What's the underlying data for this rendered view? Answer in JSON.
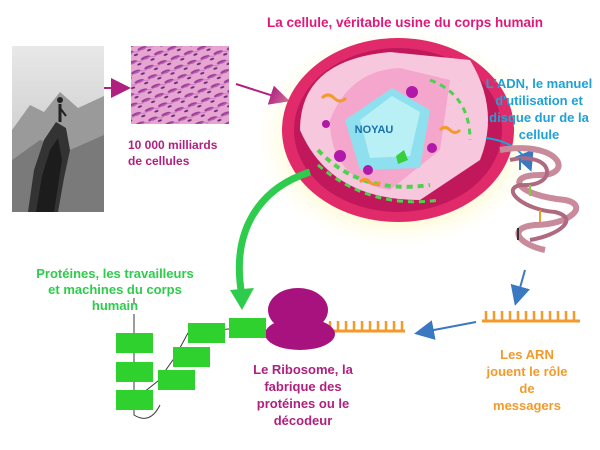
{
  "title": "La cellule, véritable usine du corps humain",
  "cells_label_line1": "10 000 milliards",
  "cells_label_line2": "de cellules",
  "nucleus_label": "NOYAU",
  "adn_label": {
    "line1": "L'ADN, le manuel",
    "line2": "d'utilisation et",
    "line3": "disque dur de la",
    "line4": "cellule"
  },
  "proteins_label": {
    "line1": "Protéines, les travailleurs",
    "line2": "et machines du corps",
    "line3": "humain"
  },
  "ribosome_label": {
    "line1": "Le Ribosome, la",
    "line2": "fabrique des",
    "line3": "protéines ou le",
    "line4": "décodeur"
  },
  "arn_label": {
    "line1": "Les ARN",
    "line2": "jouent le rôle",
    "line3": "de",
    "line4": "messagers"
  },
  "colors": {
    "title": "#e0187a",
    "cells_text": "#b0207e",
    "adn_text": "#1fa1d6",
    "proteins_text": "#2ecc4c",
    "ribosome_text": "#b0207e",
    "arn_text": "#f39a2b",
    "arrow_magenta": "#b0207e",
    "arrow_green": "#2ecc4c",
    "arrow_blue": "#3a78c2",
    "cell_outer": "#e02a6a",
    "cell_glow": "#fff59a",
    "nucleus": "#8fe0ee",
    "ribosome": "#a8127e",
    "mrna": "#f39a2b",
    "protein_box": "#2fd12f"
  }
}
